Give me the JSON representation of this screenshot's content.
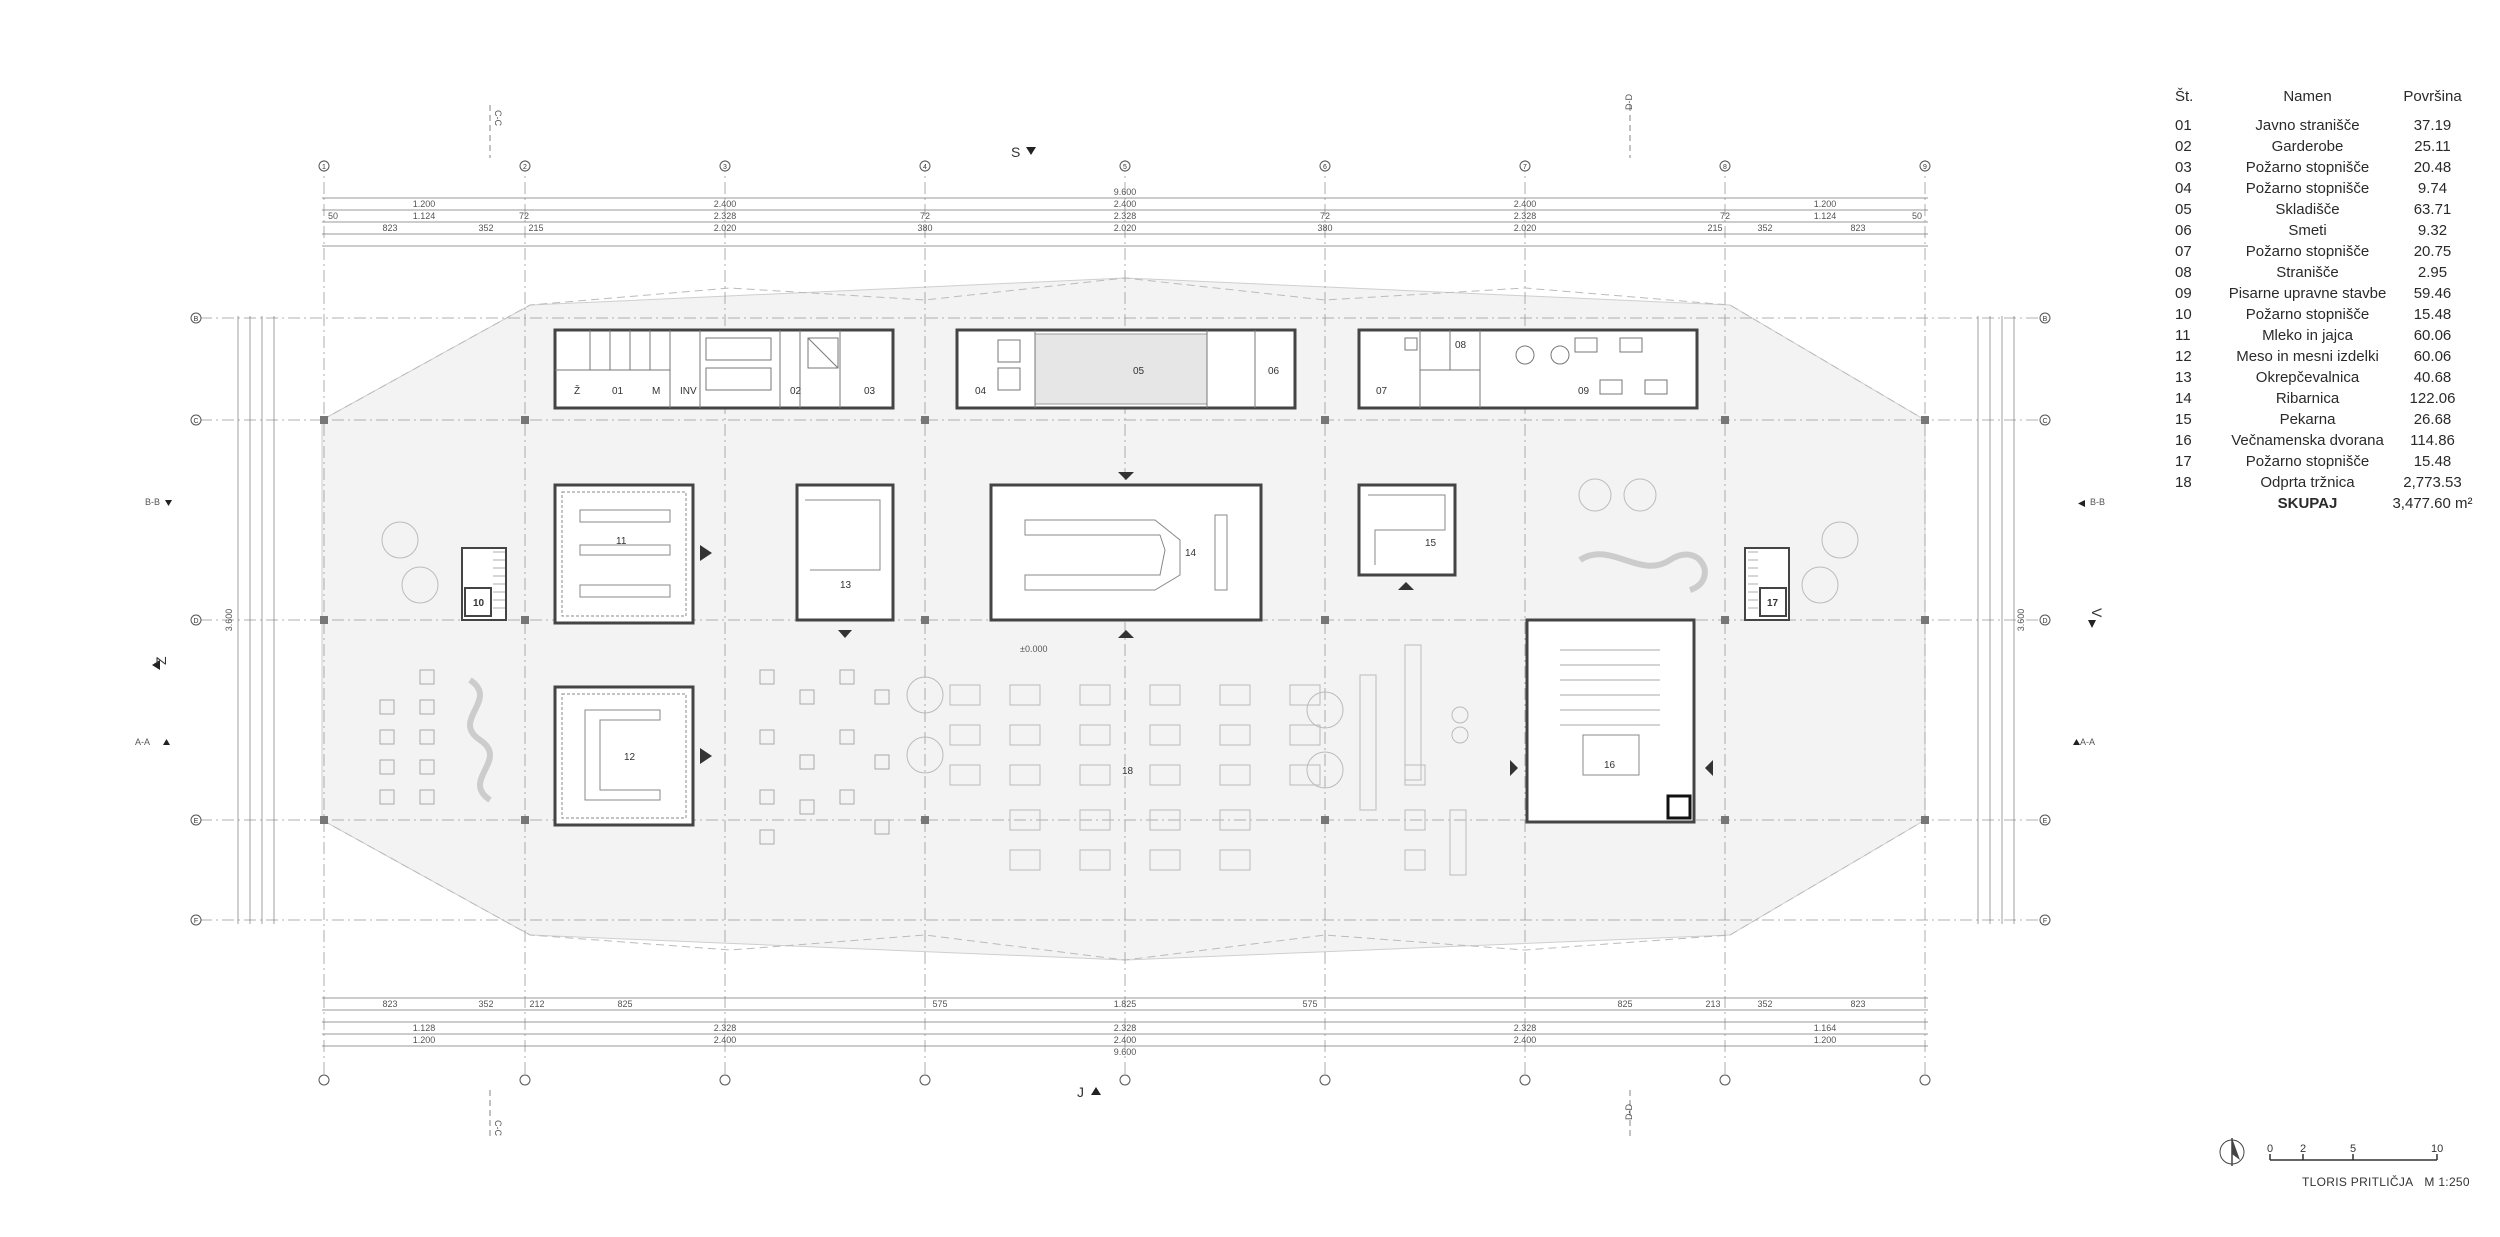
{
  "legend": {
    "headers": {
      "num": "Št.",
      "name": "Namen",
      "area": "Površina"
    },
    "rows": [
      {
        "num": "01",
        "name": "Javno stranišče",
        "area": "37.19"
      },
      {
        "num": "02",
        "name": "Garderobe",
        "area": "25.11"
      },
      {
        "num": "03",
        "name": "Požarno stopnišče",
        "area": "20.48"
      },
      {
        "num": "04",
        "name": "Požarno stopnišče",
        "area": "9.74"
      },
      {
        "num": "05",
        "name": "Skladišče",
        "area": "63.71"
      },
      {
        "num": "06",
        "name": "Smeti",
        "area": "9.32"
      },
      {
        "num": "07",
        "name": "Požarno stopnišče",
        "area": "20.75"
      },
      {
        "num": "08",
        "name": "Stranišče",
        "area": "2.95"
      },
      {
        "num": "09",
        "name": "Pisarne upravne stavbe",
        "area": "59.46"
      },
      {
        "num": "10",
        "name": "Požarno stopnišče",
        "area": "15.48"
      },
      {
        "num": "11",
        "name": "Mleko in jajca",
        "area": "60.06"
      },
      {
        "num": "12",
        "name": "Meso in mesni izdelki",
        "area": "60.06"
      },
      {
        "num": "13",
        "name": "Okrepčevalnica",
        "area": "40.68"
      },
      {
        "num": "14",
        "name": "Ribarnica",
        "area": "122.06"
      },
      {
        "num": "15",
        "name": "Pekarna",
        "area": "26.68"
      },
      {
        "num": "16",
        "name": "Večnamenska dvorana",
        "area": "114.86"
      },
      {
        "num": "17",
        "name": "Požarno stopnišče",
        "area": "15.48"
      },
      {
        "num": "18",
        "name": "Odprta tržnica",
        "area": "2,773.53"
      }
    ],
    "total": {
      "label": "SKUPAJ",
      "area": "3,477.60 m²"
    }
  },
  "caption": {
    "title": "TLORIS PRITLIČJA",
    "scale": "M 1:250"
  },
  "scale_bar": {
    "ticks": [
      "0",
      "2",
      "5",
      "10"
    ]
  },
  "orientation": {
    "north": "S",
    "south": "J",
    "west": "Z",
    "east": "V"
  },
  "grid_axes": {
    "columns": [
      "1",
      "2",
      "3",
      "4",
      "5",
      "6",
      "7",
      "8",
      "9"
    ],
    "rows": [
      "B",
      "C",
      "D",
      "E",
      "F"
    ]
  },
  "sections": {
    "vertical_cuts": [
      "C-C",
      "D-D"
    ],
    "horizontal_cuts": [
      "B-B",
      "A-A"
    ]
  },
  "dimensions": {
    "overall": "9.600",
    "top_row1": [
      "1.200",
      "2.400",
      "2.400",
      "2.400",
      "1.200"
    ],
    "top_row2": [
      "50",
      "1.124",
      "72",
      "2.328",
      "72",
      "2.328",
      "72",
      "2.328",
      "72",
      "1.124",
      "50"
    ],
    "top_row3": [
      "823",
      "352",
      "215",
      "2.020",
      "380",
      "2.020",
      "380",
      "2.020",
      "215",
      "352",
      "823"
    ],
    "bottom_row1": [
      "823",
      "352",
      "212",
      "825",
      "575",
      "1.825",
      "575",
      "825",
      "213",
      "352",
      "823"
    ],
    "bottom_row2": [
      "1.128",
      "2.328",
      "2.328",
      "2.328",
      "1.164"
    ],
    "bottom_row3": [
      "1.200",
      "2.400",
      "2.400",
      "2.400",
      "1.200"
    ],
    "left_total": "3.600",
    "right_total": "3.600"
  },
  "rooms": {
    "r01": "01",
    "r02": "02",
    "r03": "03",
    "r04": "04",
    "r05": "05",
    "r06": "06",
    "r07": "07",
    "r08": "08",
    "r09": "09",
    "r10": "10",
    "r11": "11",
    "r12": "12",
    "r13": "13",
    "r14": "14",
    "r15": "15",
    "r16": "16",
    "r17": "17",
    "r18": "18",
    "wc_z": "Ž",
    "wc_m": "M",
    "wc_inv": "INV",
    "level": "±0.000"
  }
}
